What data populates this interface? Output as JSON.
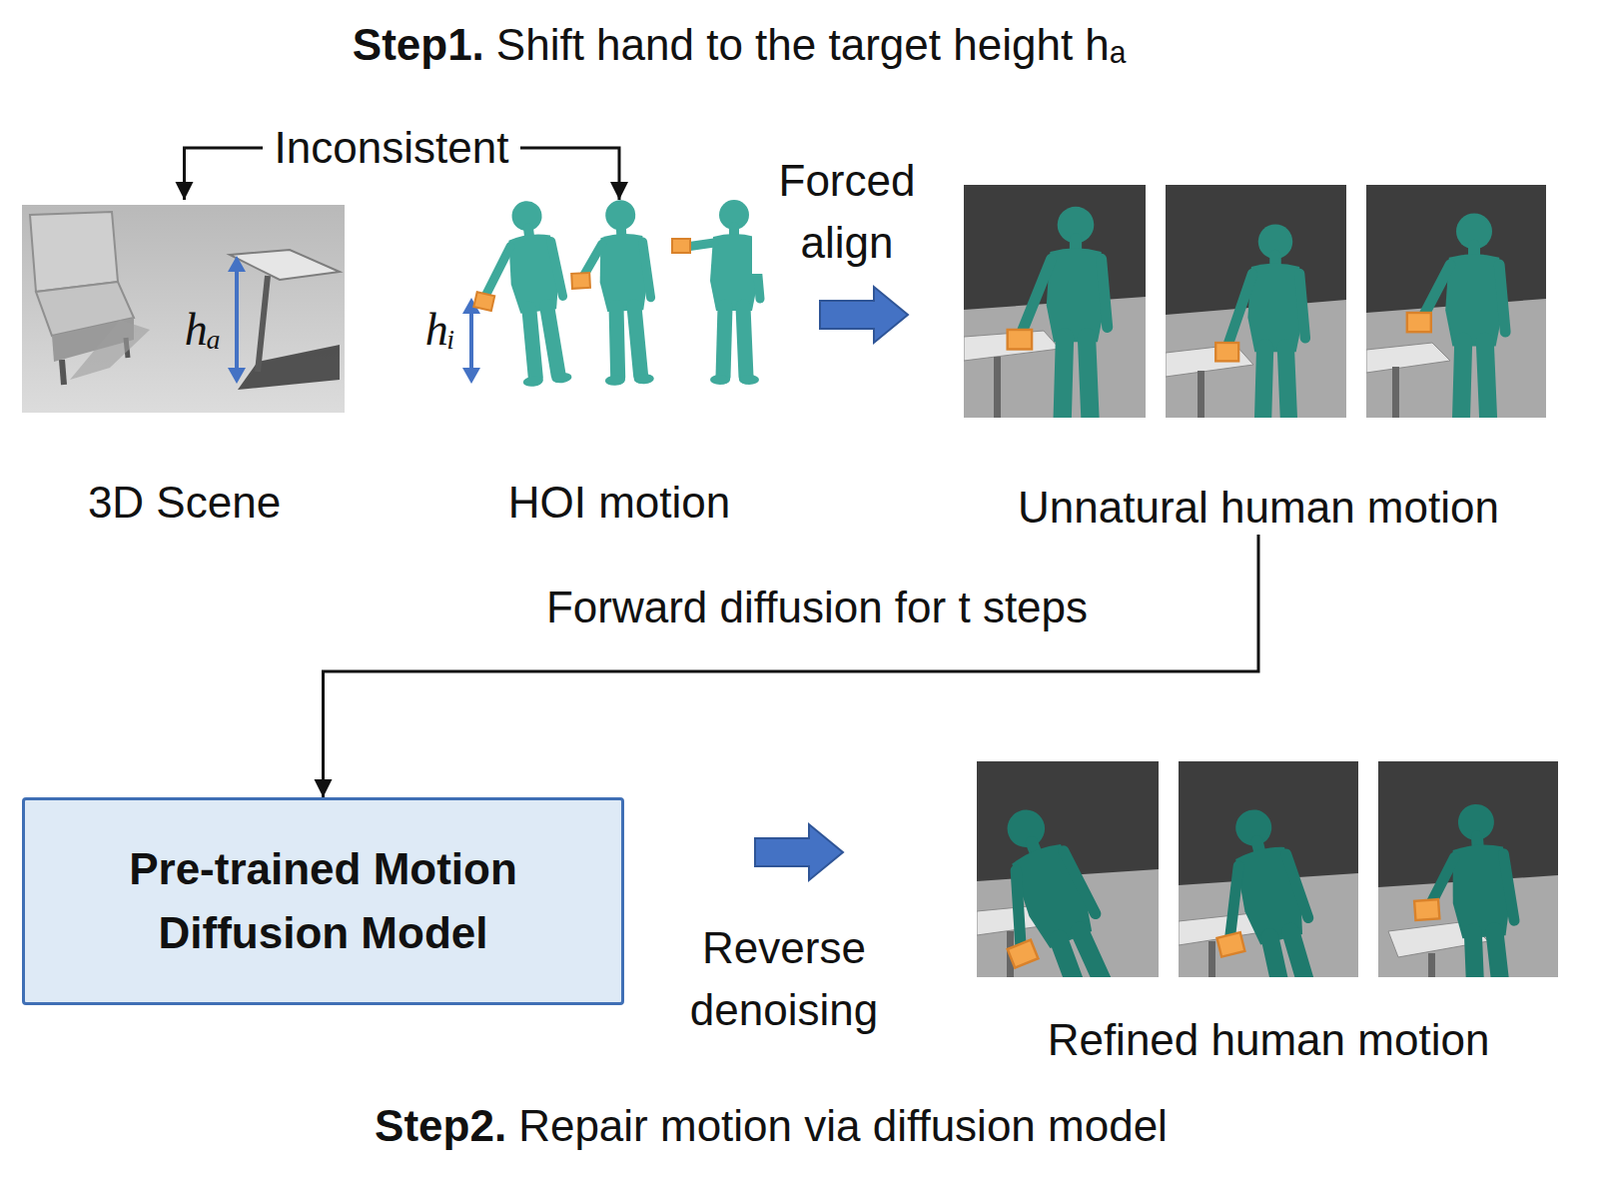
{
  "diagram": {
    "nodes": [
      {
        "text": [
          "3D Scene"
        ]
      },
      {
        "text": [
          "HOI motion"
        ]
      },
      {
        "text": [
          "Unnatural human motion"
        ]
      },
      {
        "text": [
          "Pre-trained Motion Diffusion Model"
        ]
      },
      {
        "text": [
          "Refined human motion"
        ]
      }
    ],
    "edges": [
      {
        "from": 0,
        "to": 1,
        "arrow": "both",
        "label": "Inconsistent"
      },
      {
        "from": 1,
        "to": 2,
        "arrow": "to",
        "label": "Forced align"
      },
      {
        "from": 2,
        "to": 3,
        "arrow": "to",
        "label": "Forward diffusion for t steps"
      },
      {
        "from": 3,
        "to": 4,
        "arrow": "to",
        "label": "Reverse denoising"
      }
    ],
    "labels": [
      "Step1.",
      "Shift hand to the target height hₐ",
      "hₐ",
      "hᵢ",
      "Step2.",
      "Repair motion via diffusion model"
    ]
  }
}
